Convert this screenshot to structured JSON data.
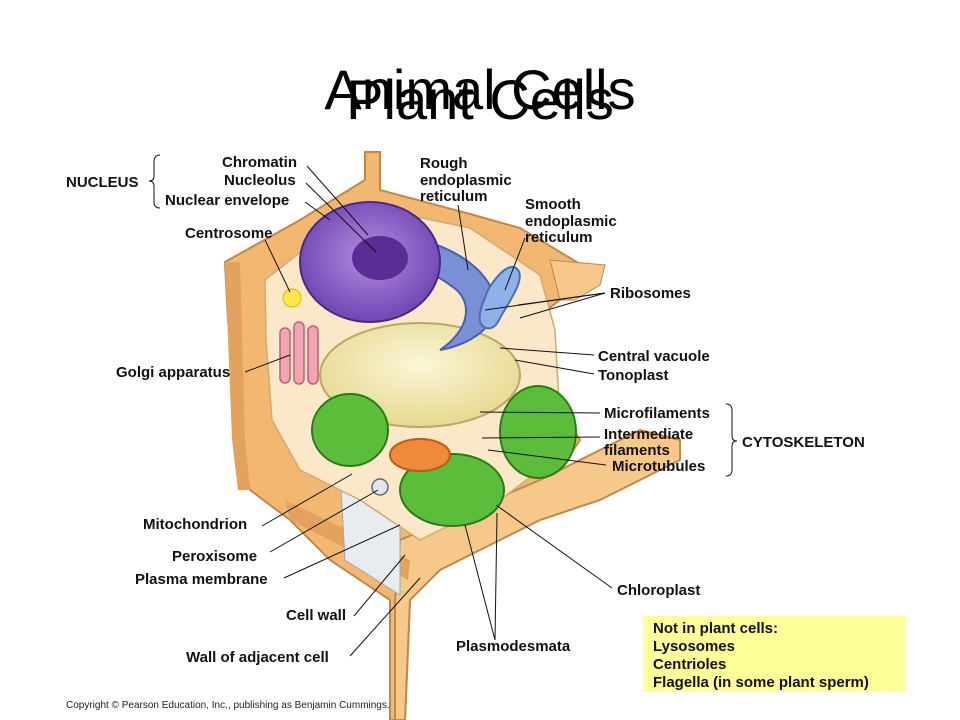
{
  "titles": {
    "overlay_a": "Animal Cells",
    "overlay_b": "Plant Cells"
  },
  "labels": {
    "nucleus": "NUCLEUS",
    "chromatin": "Chromatin",
    "nucleolus": "Nucleolus",
    "nuclear_envelope": "Nuclear envelope",
    "centrosome": "Centrosome",
    "golgi": "Golgi apparatus",
    "mitochondrion": "Mitochondrion",
    "peroxisome": "Peroxisome",
    "plasma_membrane": "Plasma membrane",
    "cell_wall": "Cell wall",
    "wall_adjacent": "Wall of adjacent cell",
    "rough_er_1": "Rough",
    "rough_er_2": "endoplasmic",
    "rough_er_3": "reticulum",
    "smooth_er_1": "Smooth",
    "smooth_er_2": "endoplasmic",
    "smooth_er_3": "reticulum",
    "ribosomes": "Ribosomes",
    "central_vacuole": "Central vacuole",
    "tonoplast": "Tonoplast",
    "microfilaments": "Microfilaments",
    "intermediate_1": "Intermediate",
    "intermediate_2": "filaments",
    "microtubules": "Microtubules",
    "cytoskeleton": "CYTOSKELETON",
    "chloroplast": "Chloroplast",
    "plasmodesmata": "Plasmodesmata"
  },
  "note": {
    "heading": "Not in plant cells:",
    "items": [
      "Lysosomes",
      "Centrioles",
      "Flagella (in some plant sperm)"
    ]
  },
  "copyright": "Copyright © Pearson Education, Inc., publishing as Benjamin Cummings.",
  "colors": {
    "wall": "#f2b872",
    "nucleus": "#8a5cc4",
    "chloroplast": "#3a9a2a",
    "note_bg": "#ffff99"
  }
}
